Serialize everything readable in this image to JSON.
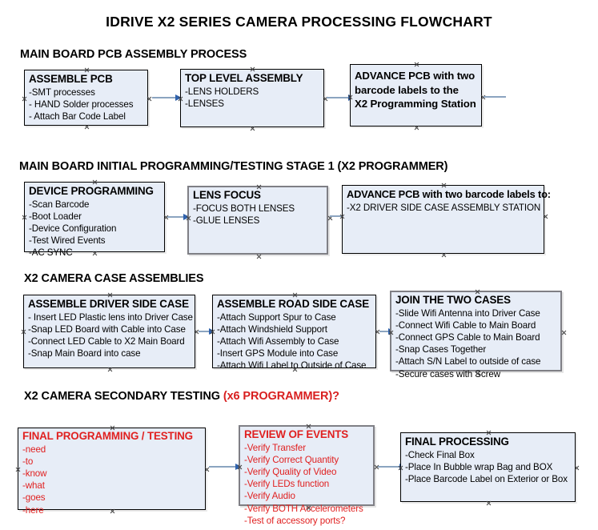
{
  "page": {
    "title": "IDRIVE X2  SERIES CAMERA PROCESSING FLOWCHART",
    "colors": {
      "box_fill": "#e7edf7",
      "box_border_thin": "#000000",
      "box_border_thick": "#7f7f85",
      "arrow_line": "#8ba4c0",
      "arrow_head": "#2f62ad",
      "red_text": "#e02020",
      "black_text": "#000000"
    }
  },
  "sections": [
    {
      "id": "main-board-pcb-assembly",
      "heading": "MAIN BOARD PCB ASSEMBLY PROCESS",
      "heading_red_suffix": ""
    },
    {
      "id": "main-board-initial-programming",
      "heading": "MAIN BOARD INITIAL PROGRAMMING/TESTING STAGE 1 (X2 PROGRAMMER)",
      "heading_red_suffix": ""
    },
    {
      "id": "x2-camera-case-assemblies",
      "heading": "X2 CAMERA CASE ASSEMBLIES",
      "heading_red_suffix": ""
    },
    {
      "id": "x2-camera-secondary-testing",
      "heading": "X2 CAMERA SECONDARY TESTING ",
      "heading_red_suffix": "(x6 PROGRAMMER)?"
    }
  ],
  "boxes": {
    "assemble_pcb": {
      "title": "ASSEMBLE PCB",
      "lines": [
        "-SMT processes",
        "- HAND Solder processes",
        "- Attach Bar Code Label"
      ]
    },
    "top_level_assembly": {
      "title": "TOP LEVEL ASSEMBLY",
      "lines": [
        "-LENS HOLDERS",
        "-LENSES"
      ]
    },
    "advance_pcb_programming_station": {
      "title": "",
      "lines": [
        "ADVANCE PCB with two",
        "barcode labels to the",
        " X2 Programming Station"
      ]
    },
    "device_programming": {
      "title": "DEVICE PROGRAMMING",
      "lines": [
        "-Scan Barcode",
        "-Boot Loader",
        "-Device Configuration",
        "-Test Wired Events",
        "-AC SYNC"
      ]
    },
    "lens_focus": {
      "title": "LENS FOCUS",
      "lines": [
        "-FOCUS BOTH LENSES",
        "-GLUE LENSES"
      ]
    },
    "advance_pcb_driver_side": {
      "title": "ADVANCE PCB with two barcode labels to:",
      "lines": [
        "-X2 DRIVER  SIDE  CASE  ASSEMBLY STATION"
      ]
    },
    "assemble_driver_side_case": {
      "title": "ASSEMBLE DRIVER SIDE CASE",
      "lines": [
        "- Insert LED Plastic lens into Driver Case",
        "-Snap LED Board with Cable into Case",
        "-Connect LED Cable to X2 Main Board",
        "-Snap Main Board into case"
      ]
    },
    "assemble_road_side_case": {
      "title": "ASSEMBLE ROAD SIDE CASE",
      "lines": [
        "-Attach Support Spur to Case",
        "-Attach Windshield Support",
        "-Attach Wifi Assembly to Case",
        "-Insert GPS Module into Case",
        "-Attach Wifi Label to Outside of Case"
      ]
    },
    "join_the_two_cases": {
      "title": "JOIN THE TWO CASES",
      "lines": [
        "-Slide Wifi Antenna into Driver Case",
        "-Connect Wifi Cable to Main Board",
        "-Connect GPS Cable to Main Board",
        "-Snap Cases Together",
        "-Attach S/N Label to outside of case",
        "-Secure cases with Screw"
      ]
    },
    "final_programming_testing": {
      "title": "FINAL PROGRAMMING / TESTING",
      "lines": [
        "-need",
        "-to",
        "-know",
        "-what",
        "-goes",
        "-here"
      ]
    },
    "review_of_events": {
      "title": "REVIEW OF EVENTS",
      "lines": [
        "-Verify Transfer",
        "-Verify Correct Quantity",
        "-Verify Quality of Video",
        "-Verify LEDs function",
        "-Verify Audio",
        "-Verify BOTH Accelerometers",
        "-Test of accessory ports?"
      ]
    },
    "final_processing": {
      "title": "FINAL PROCESSING",
      "lines": [
        " -Check Final Box",
        "-Place In Bubble wrap Bag and BOX",
        "-Place Barcode Label on Exterior or Box"
      ]
    }
  }
}
